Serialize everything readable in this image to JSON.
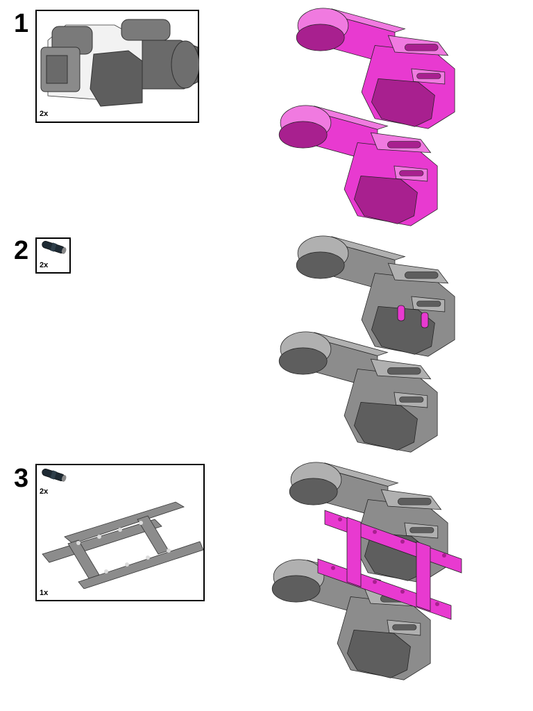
{
  "colors": {
    "new_part": "#e83ad0",
    "new_part_dark": "#a8208f",
    "new_part_light": "#f07ae0",
    "existing": "#8c8c8c",
    "existing_dark": "#5e5e5e",
    "existing_light": "#b0b0b0",
    "pin": "#1e2a33"
  },
  "steps": [
    {
      "number": "1",
      "parts": [
        {
          "name": "motor",
          "qty": "2x"
        }
      ]
    },
    {
      "number": "2",
      "parts": [
        {
          "name": "connector-pin",
          "qty": "2x"
        }
      ]
    },
    {
      "number": "3",
      "parts": [
        {
          "name": "connector-pin",
          "qty": "2x"
        },
        {
          "name": "beam-frame",
          "qty": "1x"
        }
      ]
    }
  ]
}
